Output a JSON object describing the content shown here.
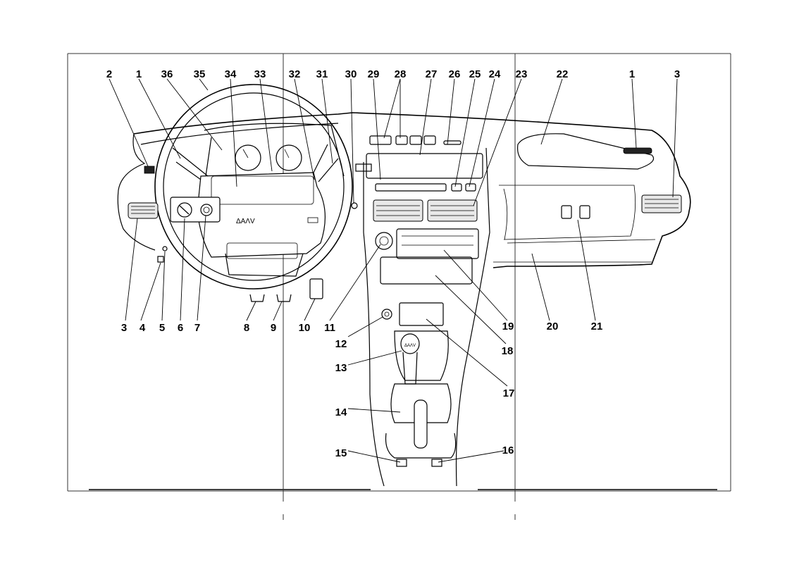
{
  "diagram": {
    "title": "",
    "labels_top": [
      "2",
      "1",
      "36",
      "35",
      "34",
      "33",
      "32",
      "31",
      "30",
      "29",
      "28",
      "27",
      "26",
      "25",
      "24",
      "23",
      "22",
      "1",
      "3"
    ],
    "labels_bottom": [
      "3",
      "4",
      "5",
      "6",
      "7",
      "8",
      "9",
      "10",
      "11",
      "12",
      "13",
      "14",
      "15",
      "16",
      "17",
      "18",
      "19",
      "20",
      "21"
    ],
    "badge_text": "ΔAΛV",
    "gear_pattern": "ΔAΛV"
  }
}
